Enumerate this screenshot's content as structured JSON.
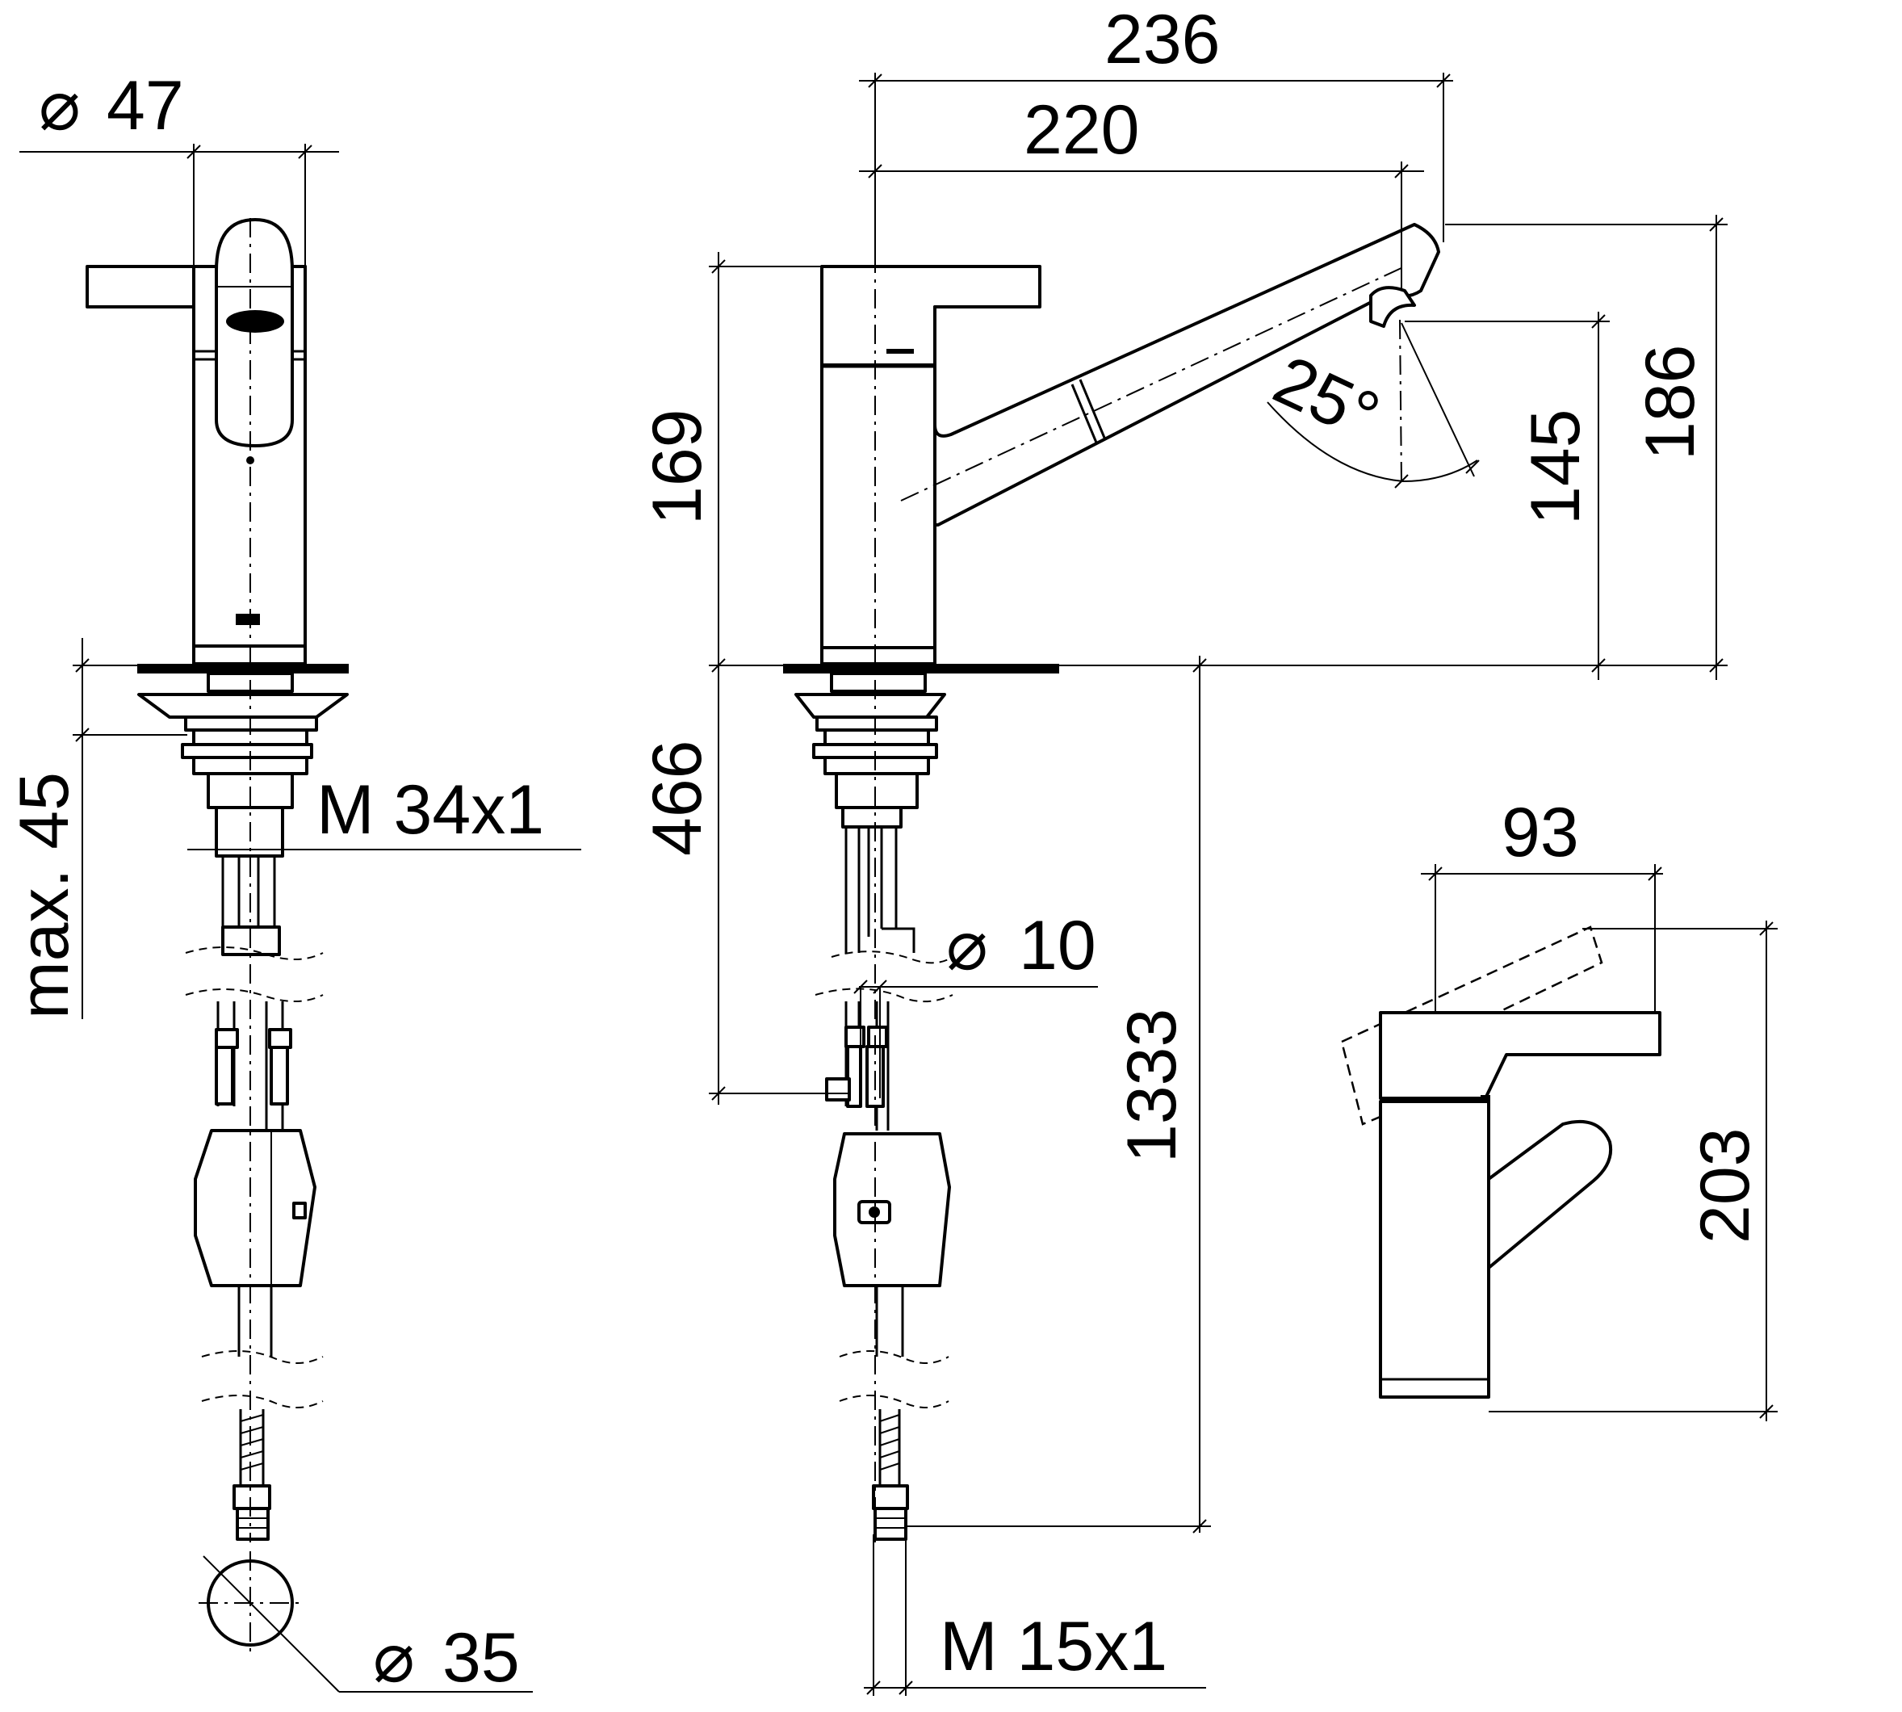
{
  "dimensions": {
    "dia_47": "47",
    "m34": "M 34x1",
    "max45": "max. 45",
    "dia_35": "35",
    "w236": "236",
    "w220": "220",
    "h169": "169",
    "angle": "25°",
    "h145": "145",
    "h186": "186",
    "h466": "466",
    "dia_10": "10",
    "l1333": "1333",
    "m15": "M 15x1",
    "w93": "93",
    "h203": "203"
  },
  "symbols": {
    "diameter": "⌀"
  },
  "colors": {
    "line": "#000000",
    "background": "#ffffff"
  }
}
